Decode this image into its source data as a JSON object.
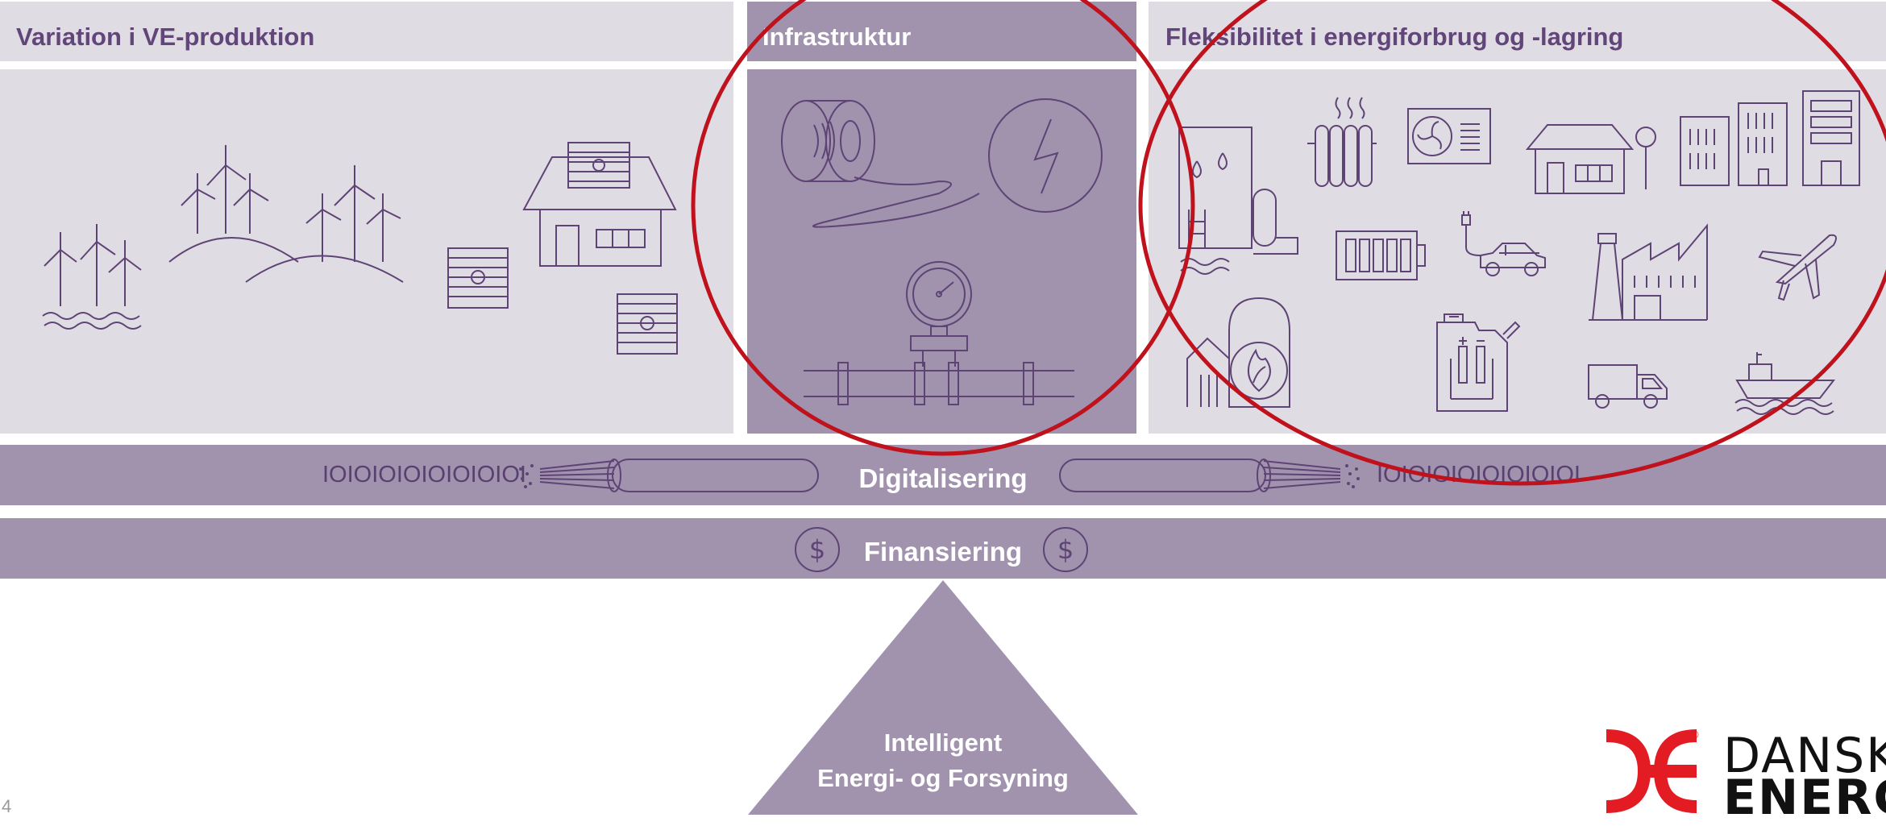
{
  "sections": {
    "variation": {
      "title": "Variation i VE-produktion"
    },
    "infrastruktur": {
      "title": "Infrastruktur"
    },
    "fleksibilitet": {
      "title": "Fleksibilitet i energiforbrug og -lagring"
    }
  },
  "bands": {
    "digitalisering": {
      "label": "Digitalisering",
      "binary_left": "IOIOIOIOIOIOIOIOI",
      "binary_right": "IOIOIOIOIOIOIOIOI"
    },
    "finansiering": {
      "label": "Finansiering",
      "coin_icon": "dollar-coin-icon"
    }
  },
  "foundation": {
    "line1": "Intelligent",
    "line2": "Energi- og Forsyning"
  },
  "page_number": "4",
  "logo": {
    "line1": "DANSK",
    "line2": "ENERGI",
    "registered": "®"
  },
  "colors": {
    "panel_light": "#e0dce4",
    "panel_dark": "#a192ae",
    "header_text": "#62467a",
    "icon_stroke": "#5e4475",
    "highlight_circle": "#c0121c",
    "logo_red": "#e31b23"
  },
  "icons": [
    "wind-turbine-icon",
    "solar-panel-icon",
    "house-icon",
    "cable-reel-icon",
    "power-plug-icon",
    "gas-pipe-gauge-icon",
    "water-tank-icon",
    "radiator-icon",
    "heat-pump-icon",
    "battery-icon",
    "electric-car-icon",
    "industry-icon",
    "airplane-icon",
    "biomass-plant-icon",
    "fuel-can-icon",
    "truck-icon",
    "ship-icon"
  ]
}
